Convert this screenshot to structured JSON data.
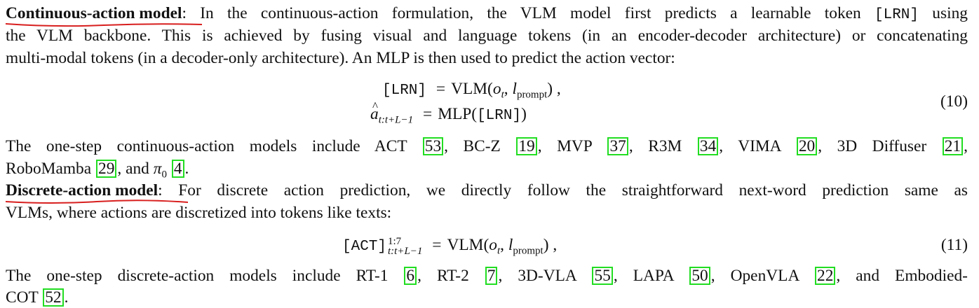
{
  "section1": {
    "heading": "Continuous-action model",
    "colon": ":",
    "line1_text": " In the continuous-action formulation, the VLM model first predicts a learnable token ",
    "token_lrn": "[LRN]",
    "line1_end": " using",
    "line2": "the VLM backbone. This is achieved by fusing visual and language tokens (in an encoder-decoder architecture) or concatenating",
    "line3": "multi-modal tokens (in a decoder-only architecture). An MLP is then used to predict the action vector:"
  },
  "eq10": {
    "lhs1": "[LRN]",
    "rhs1_fn": "VLM(",
    "rhs1_o": "o",
    "rhs1_t": "t",
    "rhs1_comma": ", ",
    "rhs1_l": "l",
    "rhs1_prompt": "prompt",
    "rhs1_close": ") ,",
    "lhs2_a": "a",
    "lhs2_sub": "t:t+L−1",
    "rhs2_fn": "MLP(",
    "rhs2_token": "[LRN]",
    "rhs2_close": ")",
    "equals": "=",
    "number": "(10)"
  },
  "section1_models": {
    "prefix": "The one-step continuous-action models include ACT ",
    "items": [
      {
        "name": "ACT",
        "ref": "53"
      },
      {
        "name": "BC-Z",
        "ref": "19"
      },
      {
        "name": "MVP",
        "ref": "37"
      },
      {
        "name": "R3M",
        "ref": "34"
      },
      {
        "name": "VIMA",
        "ref": "20"
      },
      {
        "name": "3D Diffuser",
        "ref": "21"
      },
      {
        "name": "RoboMamba",
        "ref": "29"
      },
      {
        "name": "π",
        "ref": "4"
      }
    ],
    "pi_sub": "0",
    "and": "and",
    "period": "."
  },
  "section2": {
    "heading": "Discrete-action model",
    "colon": ":",
    "line1_text": " For discrete action prediction, we directly follow the straightforward next-word prediction same as",
    "line2": "VLMs, where actions are discretized into tokens like texts:"
  },
  "eq11": {
    "lhs_token": "[ACT]",
    "lhs_sup": "1:7",
    "lhs_sub": "t:t+L−1",
    "equals": "=",
    "rhs_fn": "VLM(",
    "rhs_o": "o",
    "rhs_t": "t",
    "rhs_comma": ", ",
    "rhs_l": "l",
    "rhs_prompt": "prompt",
    "rhs_close": ") ,",
    "number": "(11)"
  },
  "section2_models": {
    "items": [
      {
        "name": "RT-1",
        "ref": "6"
      },
      {
        "name": "RT-2",
        "ref": "7"
      },
      {
        "name": "3D-VLA",
        "ref": "55"
      },
      {
        "name": "LAPA",
        "ref": "50"
      },
      {
        "name": "OpenVLA",
        "ref": "22"
      },
      {
        "name": "Embodied-COT",
        "ref": "52"
      }
    ],
    "prefix": "The one-step discrete-action models include",
    "and": "and",
    "period": "."
  },
  "colors": {
    "underline": "#d81e1e",
    "cite_border": "#22dd22"
  }
}
